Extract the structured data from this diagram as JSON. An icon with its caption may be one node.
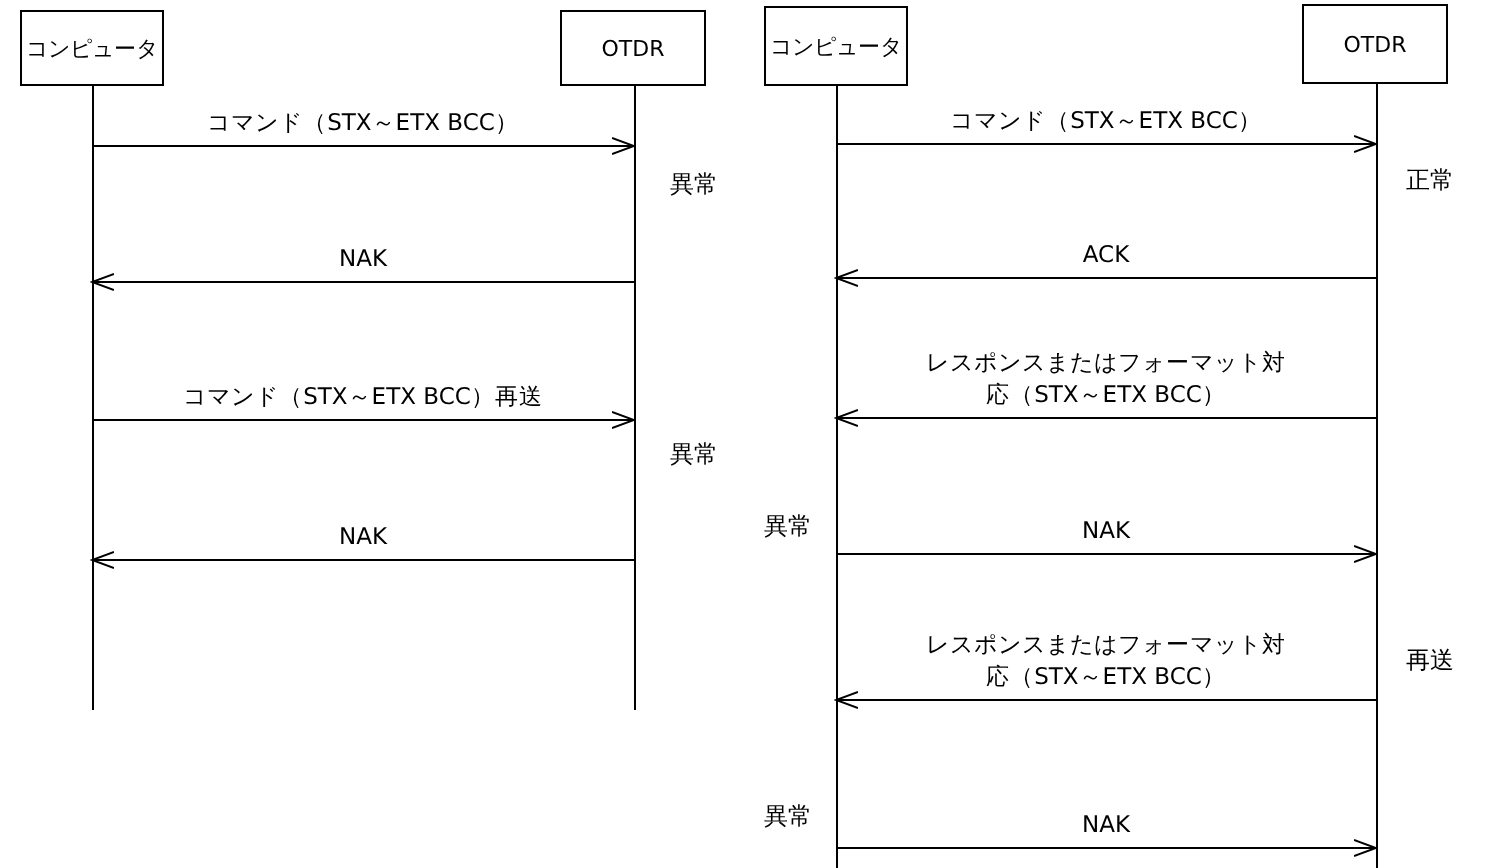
{
  "diagram": {
    "nodes": [
      {
        "text": [
          "コンピュータ"
        ]
      },
      {
        "text": [
          "OTDR"
        ]
      },
      {
        "text": [
          "コンピュータ"
        ]
      },
      {
        "text": [
          "OTDR"
        ]
      }
    ],
    "edges": [
      {
        "from": 0,
        "to": 1,
        "arrow": "to",
        "label": "コマンド（STX～ETX BCC）"
      },
      {
        "from": 1,
        "to": 0,
        "arrow": "to",
        "label": "NAK"
      },
      {
        "from": 0,
        "to": 1,
        "arrow": "to",
        "label": "コマンド（STX～ETX BCC）再送"
      },
      {
        "from": 1,
        "to": 0,
        "arrow": "to",
        "label": "NAK"
      },
      {
        "from": 2,
        "to": 3,
        "arrow": "to",
        "label": "コマンド（STX～ETX BCC）"
      },
      {
        "from": 3,
        "to": 2,
        "arrow": "to",
        "label": "ACK"
      },
      {
        "from": 3,
        "to": 2,
        "arrow": "to",
        "label": "レスポンスまたはフォーマット対応（STX～ETX BCC）"
      },
      {
        "from": 2,
        "to": 3,
        "arrow": "to",
        "label": "NAK"
      },
      {
        "from": 3,
        "to": 2,
        "arrow": "to",
        "label": "レスポンスまたはフォーマット対応（STX～ETX BCC）"
      },
      {
        "from": 2,
        "to": 3,
        "arrow": "to",
        "label": "NAK"
      }
    ],
    "labels": [
      "異常",
      "異常",
      "正常",
      "異常",
      "再送",
      "異常"
    ]
  }
}
